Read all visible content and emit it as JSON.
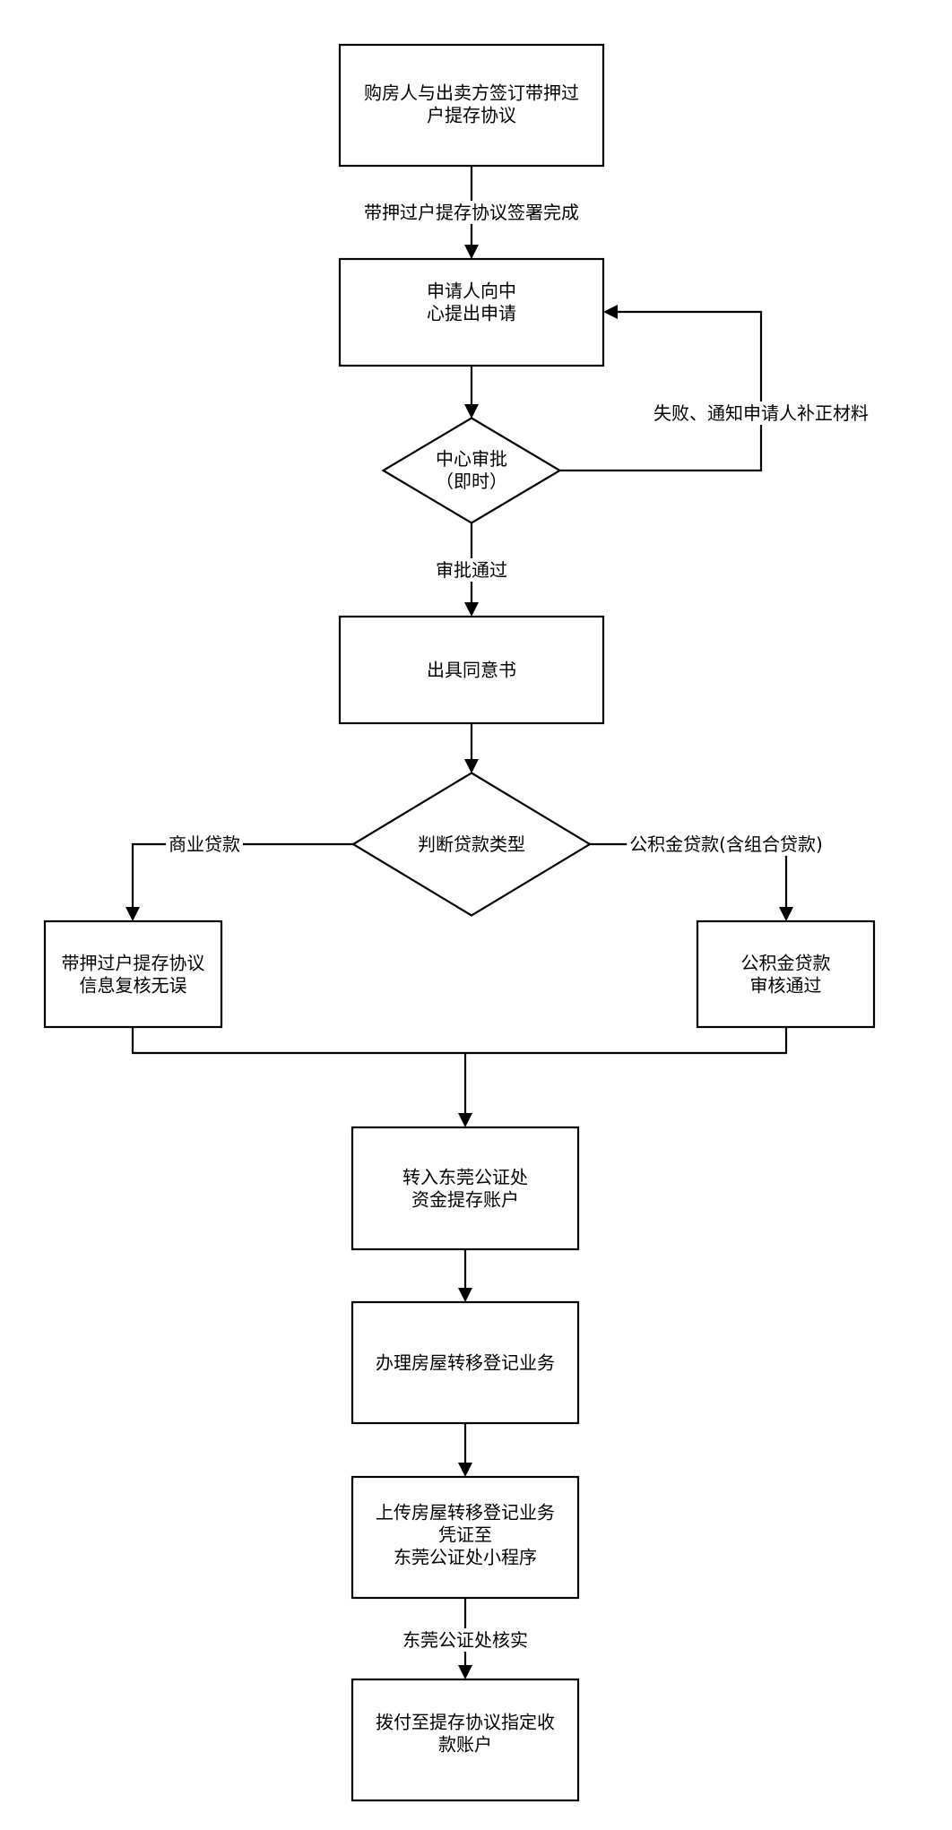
{
  "diagram": {
    "type": "flowchart",
    "colors": {
      "stroke": "#000000",
      "fill": "#ffffff",
      "text": "#000000"
    },
    "nodes": {
      "sign_agreement": {
        "shape": "rect",
        "lines": [
          "购房人与出卖方签订带押过",
          "户提存协议"
        ]
      },
      "apply": {
        "shape": "rect",
        "lines": [
          "申请人向中",
          "心提出申请"
        ]
      },
      "center_review": {
        "shape": "diamond",
        "lines": [
          "中心审批",
          "（即时）"
        ]
      },
      "issue_consent": {
        "shape": "rect",
        "lines": [
          "出具同意书"
        ]
      },
      "loan_type": {
        "shape": "diamond",
        "lines": [
          "判断贷款类型"
        ]
      },
      "commercial_check": {
        "shape": "rect",
        "lines": [
          "带押过户提存协议",
          "信息复核无误"
        ]
      },
      "fund_approved": {
        "shape": "rect",
        "lines": [
          "公积金贷款",
          "审核通过"
        ]
      },
      "transfer_in": {
        "shape": "rect",
        "lines": [
          "转入东莞公证处",
          "资金提存账户"
        ]
      },
      "register_transfer": {
        "shape": "rect",
        "lines": [
          "办理房屋转移登记业务"
        ]
      },
      "upload_proof": {
        "shape": "rect",
        "lines": [
          "上传房屋转移登记业务",
          "凭证至",
          "东莞公证处小程序"
        ]
      },
      "pay_out": {
        "shape": "rect",
        "lines": [
          "拨付至提存协议指定收",
          "款账户"
        ]
      }
    },
    "edges": [
      {
        "from": "sign_agreement",
        "to": "apply",
        "label": "带押过户提存协议签署完成"
      },
      {
        "from": "apply",
        "to": "center_review",
        "label": ""
      },
      {
        "from": "center_review",
        "to": "apply",
        "label": "失败、通知申请人补正材料"
      },
      {
        "from": "center_review",
        "to": "issue_consent",
        "label": "审批通过"
      },
      {
        "from": "issue_consent",
        "to": "loan_type",
        "label": ""
      },
      {
        "from": "loan_type",
        "to": "commercial_check",
        "label": "商业贷款"
      },
      {
        "from": "loan_type",
        "to": "fund_approved",
        "label": "公积金贷款(含组合贷款)"
      },
      {
        "from": "commercial_check",
        "to": "transfer_in",
        "label": ""
      },
      {
        "from": "fund_approved",
        "to": "transfer_in",
        "label": ""
      },
      {
        "from": "transfer_in",
        "to": "register_transfer",
        "label": ""
      },
      {
        "from": "register_transfer",
        "to": "upload_proof",
        "label": ""
      },
      {
        "from": "upload_proof",
        "to": "pay_out",
        "label": "东莞公证处核实"
      }
    ]
  }
}
